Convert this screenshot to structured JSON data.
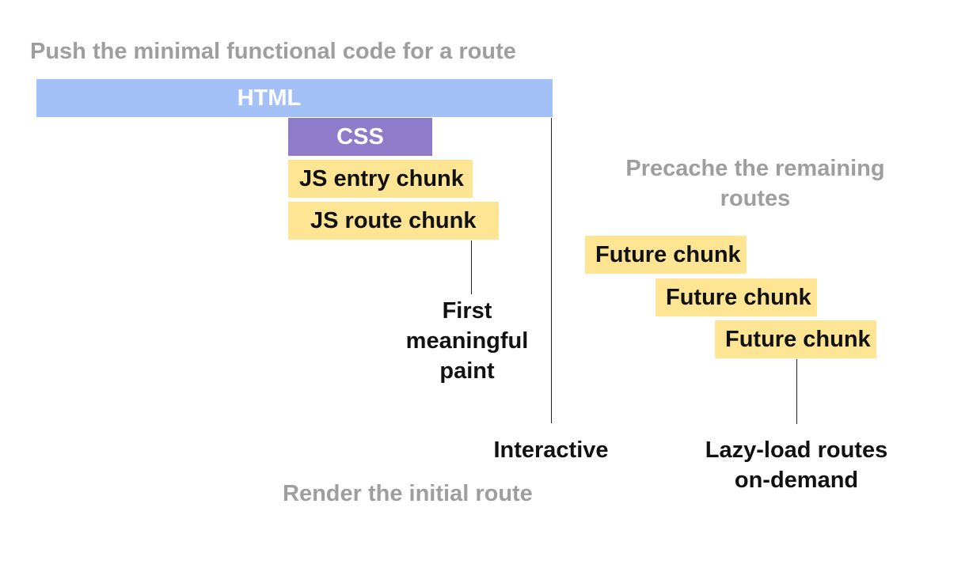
{
  "diagram": {
    "title": "Push the minimal functional code for a route",
    "precache_label": "Precache the remaining routes",
    "render_label": "Render the initial route",
    "milestones": {
      "first_meaningful_paint": "First meaningful paint",
      "interactive": "Interactive",
      "lazy_load": "Lazy-load routes on-demand"
    },
    "bars": [
      {
        "label": "HTML",
        "color": "#a4c1f7"
      },
      {
        "label": "CSS",
        "color": "#8e7bc9"
      },
      {
        "label": "JS entry chunk",
        "color": "#fde594"
      },
      {
        "label": "JS route chunk",
        "color": "#fde594"
      },
      {
        "label": "Future chunk",
        "color": "#fde594"
      },
      {
        "label": "Future chunk",
        "color": "#fde594"
      },
      {
        "label": "Future chunk",
        "color": "#fde594"
      }
    ],
    "colors": {
      "muted_text": "#9e9e9e",
      "dark_text": "#111111",
      "line": "#222222"
    }
  }
}
